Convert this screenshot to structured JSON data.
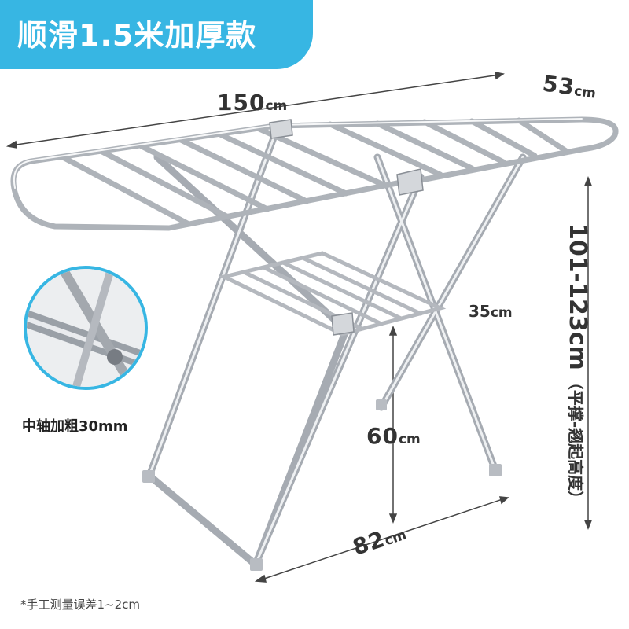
{
  "banner": {
    "title": "顺滑1.5米加厚款",
    "color": "#37b6e3"
  },
  "dimensions": {
    "length": {
      "value": "150",
      "unit": "cm"
    },
    "depth": {
      "value": "53",
      "unit": "cm"
    },
    "lower_shelf": {
      "value": "35",
      "unit": "cm"
    },
    "height": {
      "value": "101-123",
      "unit": "cm",
      "note": "（平撑-翘起高度）"
    },
    "shelf_height": {
      "value": "60",
      "unit": "cm"
    },
    "base_width": {
      "value": "82",
      "unit": "cm"
    }
  },
  "callout": {
    "label": "中轴加粗30mm"
  },
  "footnote": "*手工测量误差1~2cm",
  "colors": {
    "steel": "#c9ccd0",
    "steel_dark": "#8a8f96",
    "text": "#333333"
  }
}
